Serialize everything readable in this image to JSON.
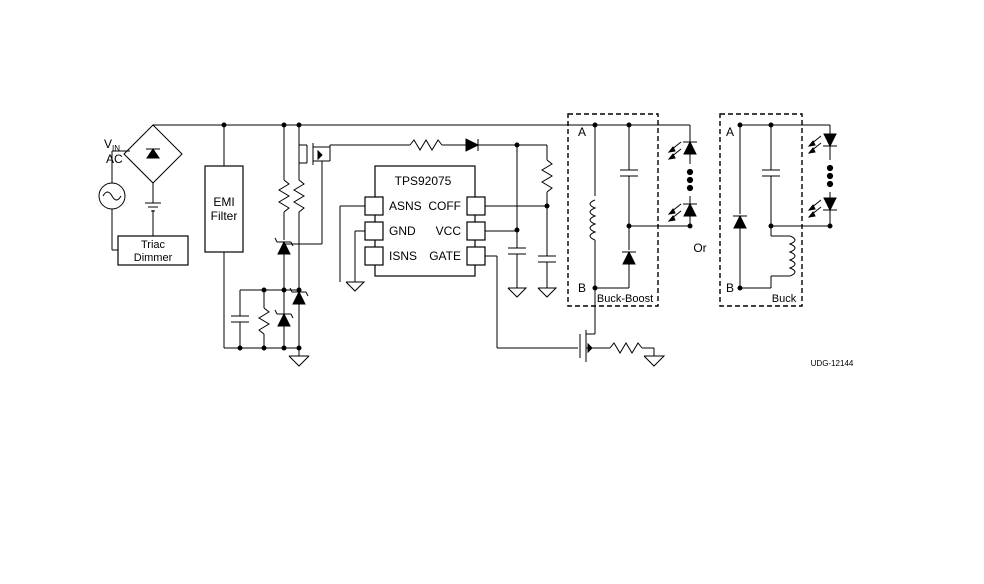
{
  "labels": {
    "vin_main": "V",
    "vin_sub": "IN",
    "ac": "AC",
    "triac_line1": "Triac",
    "triac_line2": "Dimmer",
    "emi_line1": "EMI",
    "emi_line2": "Filter",
    "ic_name": "TPS92075",
    "pin_asns": "ASNS",
    "pin_gnd": "GND",
    "pin_isns": "ISNS",
    "pin_coff": "COFF",
    "pin_vcc": "VCC",
    "pin_gate": "GATE",
    "node_a_left": "A",
    "node_b_left": "B",
    "buck_boost": "Buck-Boost",
    "or": "Or",
    "node_a_right": "A",
    "node_b_right": "B",
    "buck": "Buck",
    "figure_id": "UDG-12144"
  }
}
